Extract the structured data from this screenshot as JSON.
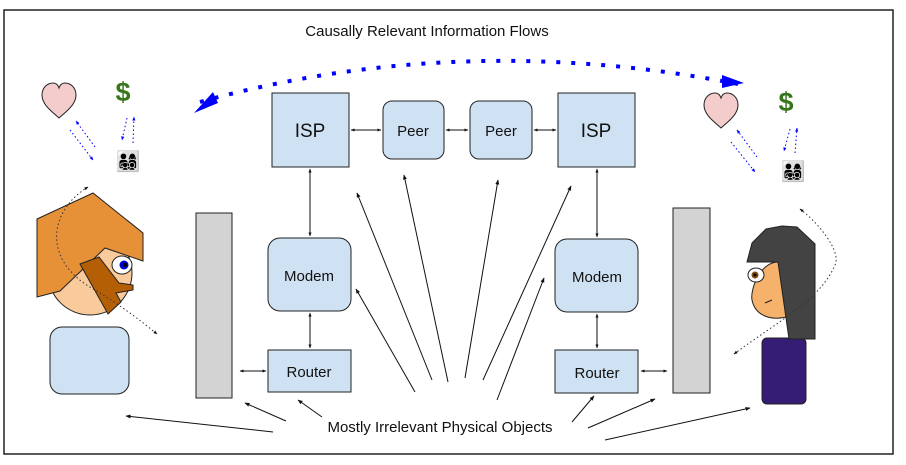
{
  "title": "Causally Relevant Information Flows",
  "footer_label": "Mostly Irrelevant Physical Objects",
  "nodes": {
    "isp_left": "ISP",
    "peer_left": "Peer",
    "peer_right": "Peer",
    "isp_right": "ISP",
    "modem_left": "Modem",
    "modem_right": "Modem",
    "router_left": "Router",
    "router_right": "Router"
  },
  "icons": {
    "heart": "heart-icon",
    "dollar": "$",
    "family": "👨‍👩‍👧‍👦"
  },
  "colors": {
    "box_fill": "#cfe2f3",
    "box_stroke": "#222222",
    "flow_blue": "#0000ff",
    "dollar_green": "#38761d",
    "heart_fill": "#f4cccc",
    "wall_fill": "#d3d3d3",
    "man_hair": "#e69138",
    "man_beard": "#b45f06",
    "man_skin": "#f9cb9c",
    "woman_hair": "#434343",
    "woman_skin": "#f6b26b",
    "woman_shirt": "#351c75"
  }
}
